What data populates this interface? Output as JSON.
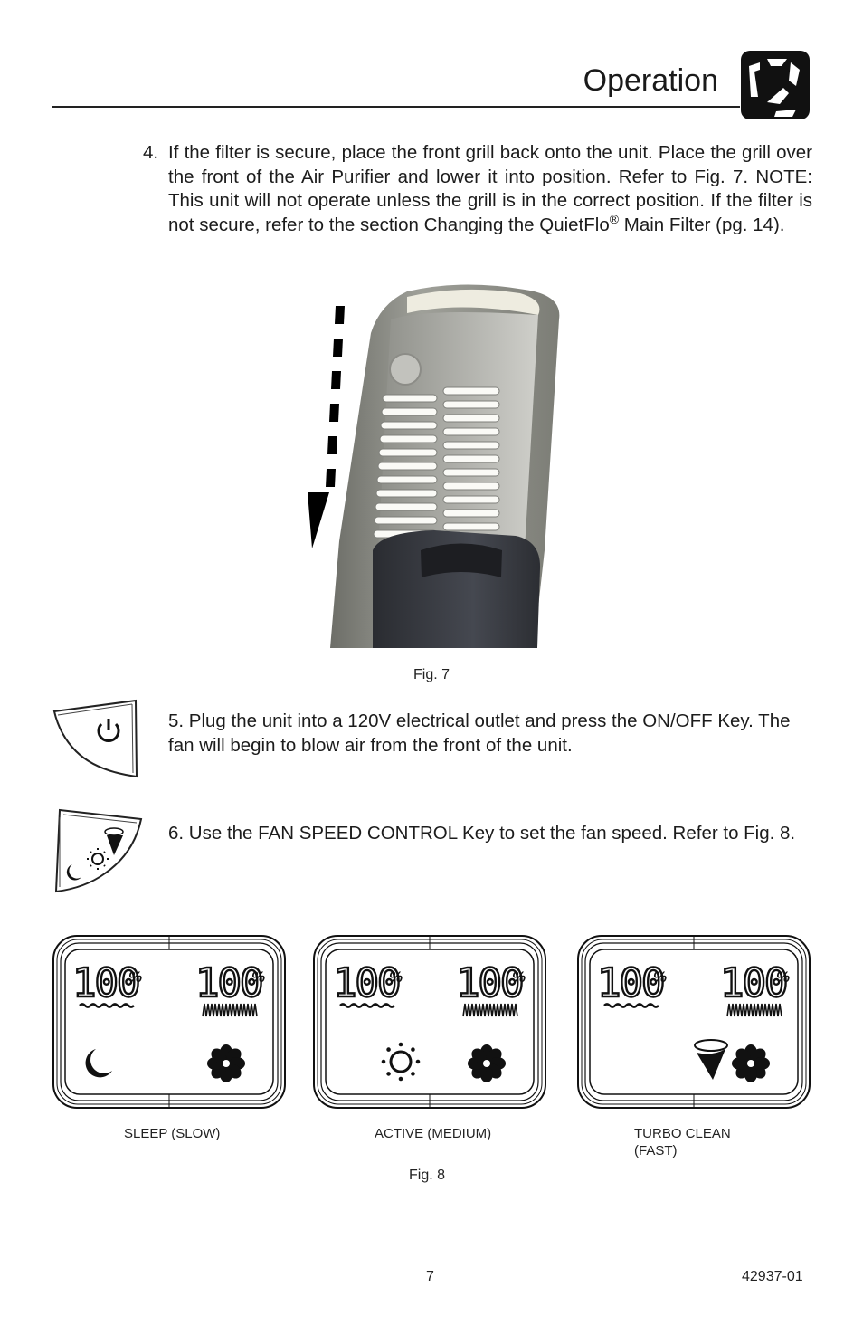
{
  "header": {
    "title": "Operation"
  },
  "step4": {
    "number": "4.",
    "text_a": "If the filter is secure, place the front grill back onto the unit. Place the grill over the front of the Air Purifier and lower it into position. Refer to Fig. 7. NOTE: This unit will not operate unless the grill is in the correct position. If the filter is not secure, refer to the section Changing the QuietFlo",
    "reg_mark": "®",
    "text_b": " Main Filter (pg. 14)."
  },
  "fig7": {
    "caption": "Fig. 7"
  },
  "step5": {
    "text": "5.  Plug the unit into a 120V electrical outlet and press the ON/OFF Key. The fan will begin to blow air from the front of the unit."
  },
  "step6": {
    "text": "6.  Use the FAN SPEED CONTROL Key to set the fan speed. Refer to Fig. 8."
  },
  "fig8": {
    "caption": "Fig. 8",
    "displays": [
      {
        "label": "SLEEP (SLOW)",
        "mode_icon": "moon-icon",
        "left_value": "100",
        "right_value": "100",
        "unit": "%"
      },
      {
        "label": "ACTIVE (MEDIUM)",
        "mode_icon": "sun-icon",
        "left_value": "100",
        "right_value": "100",
        "unit": "%"
      },
      {
        "label_line1": "TURBO CLEAN",
        "label_line2": "(FAST)",
        "mode_icon": "tornado-icon",
        "left_value": "100",
        "right_value": "100",
        "unit": "%"
      }
    ]
  },
  "footer": {
    "page_number": "7",
    "doc_number": "42937-01"
  }
}
